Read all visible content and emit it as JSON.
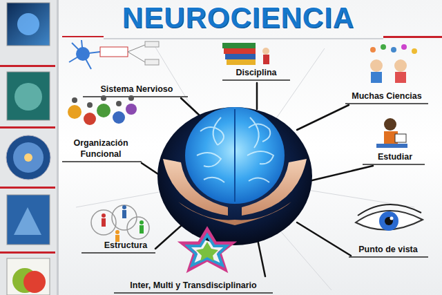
{
  "diagram": {
    "title": "NEUROCIENCIA",
    "labels": [
      "Disciplina",
      "Sistema Nervioso",
      "Muchas Ciencias",
      "Organización Funcional",
      "Estudiar",
      "Estructura",
      "Punto de vista",
      "Inter, Multi y Transdisciplinario"
    ]
  }
}
